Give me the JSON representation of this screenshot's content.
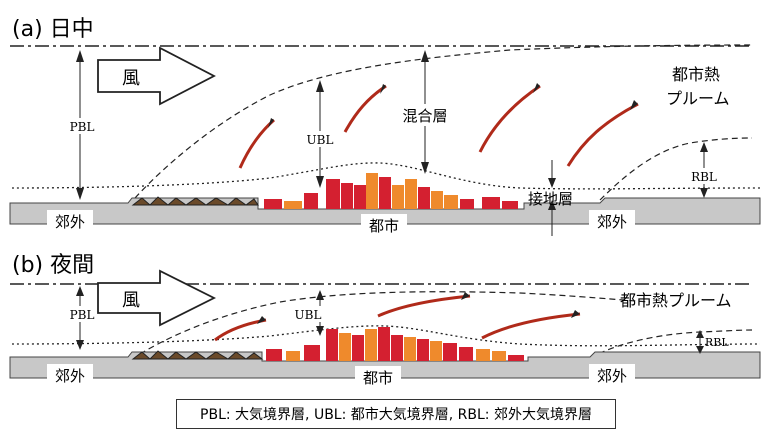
{
  "panel_a": {
    "title": "(a) 日中",
    "wind": "風",
    "pbl": "PBL",
    "ubl": "UBL",
    "rbl": "RBL",
    "mixed_layer": "混合層",
    "surface_layer": "接地層",
    "plume": [
      "都市熱",
      "プルーム"
    ],
    "suburb_left": "郊外",
    "city": "都市",
    "suburb_right": "郊外"
  },
  "panel_b": {
    "title": "(b) 夜間",
    "wind": "風",
    "pbl": "PBL",
    "ubl": "UBL",
    "rbl": "RBL",
    "plume": "都市熱プルーム",
    "suburb_left": "郊外",
    "city": "都市",
    "suburb_right": "郊外"
  },
  "legend": "PBL: 大気境界層, UBL: 都市大気境界層, RBL: 郊外大気境界層",
  "colors": {
    "building_red": "#d42030",
    "building_orange": "#ef8a2c",
    "plume_arrow": "#b02a1a",
    "ground": "#c8c8c8"
  }
}
